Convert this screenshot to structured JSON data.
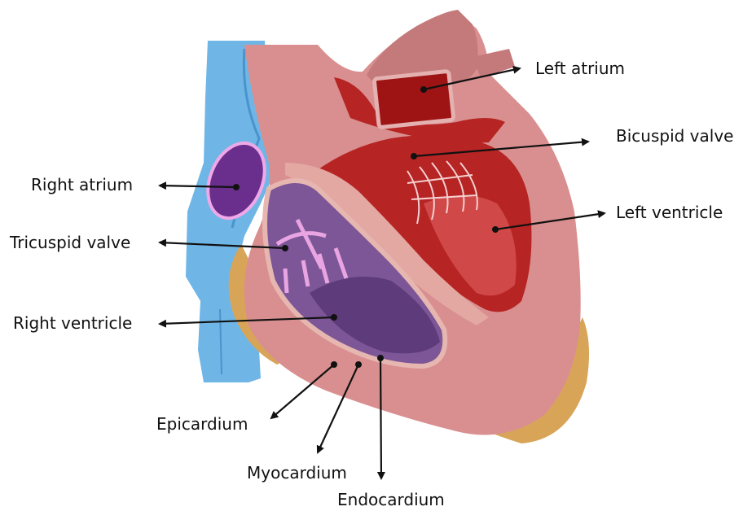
{
  "labels": {
    "left_atrium": "Left atrium",
    "bicuspid_valve": "Bicuspid valve",
    "left_ventricle": "Left ventricle",
    "right_atrium": "Right atrium",
    "tricuspid_valve": "Tricuspid valve",
    "right_ventricle": "Right ventricle",
    "epicardium": "Epicardium",
    "myocardium": "Myocardium",
    "endocardium": "Endocardium"
  },
  "colors": {
    "vena_cava": "#6fb6e6",
    "vena_cava_dark": "#4a93cc",
    "heart_wall": "#d98f8f",
    "heart_wall_dark": "#c47a7a",
    "septum": "#e3a8a2",
    "left_chamber": "#b62424",
    "left_chamber_light": "#d04848",
    "left_atrium_fill": "#9e1414",
    "right_chamber": "#7c5696",
    "right_chamber_dark": "#5e3b7a",
    "right_atrium_fill": "#6a2f8c",
    "tricuspid": "#e9a4e2",
    "fat": "#d8a558",
    "fat_dark": "#b97f35",
    "arrow": "#111111"
  }
}
